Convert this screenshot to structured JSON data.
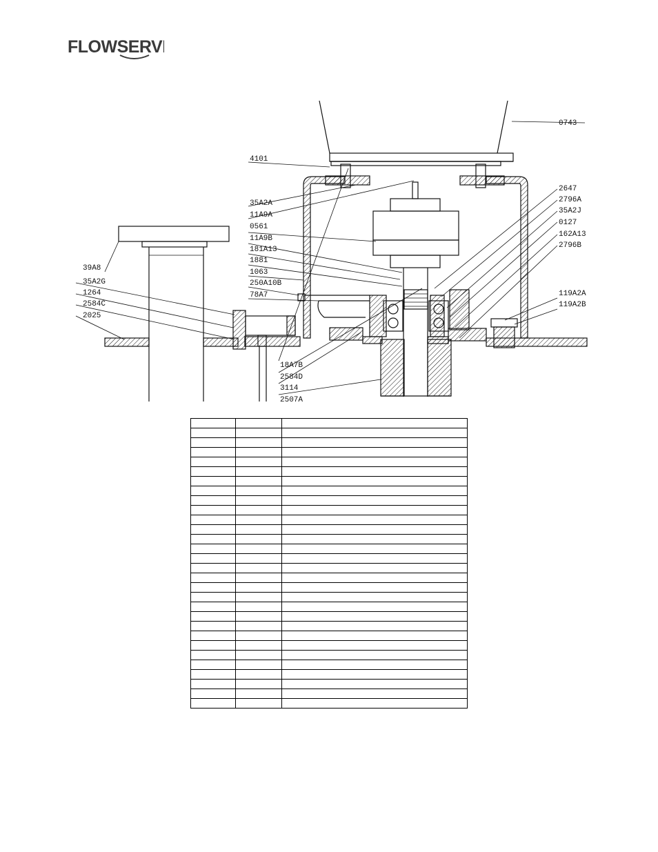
{
  "brand": {
    "name": "FLOWSERVE"
  },
  "drawing": {
    "labels_left": [
      "4101",
      "35A2A",
      "11A9A",
      "0561",
      "11A9B",
      "181A13",
      "1881",
      "1063",
      "250A10B",
      "78A7",
      "39A8",
      "35A2G",
      "1264",
      "2584C",
      "2025"
    ],
    "labels_right": [
      "0743",
      "2647",
      "2796A",
      "35A2J",
      "0127",
      "162A13",
      "2796B",
      "119A2A",
      "119A2B"
    ],
    "labels_bottom": [
      "18A7B",
      "2584D",
      "3114",
      "2507A"
    ]
  },
  "parts_table": {
    "row_count": 30,
    "rows": []
  }
}
